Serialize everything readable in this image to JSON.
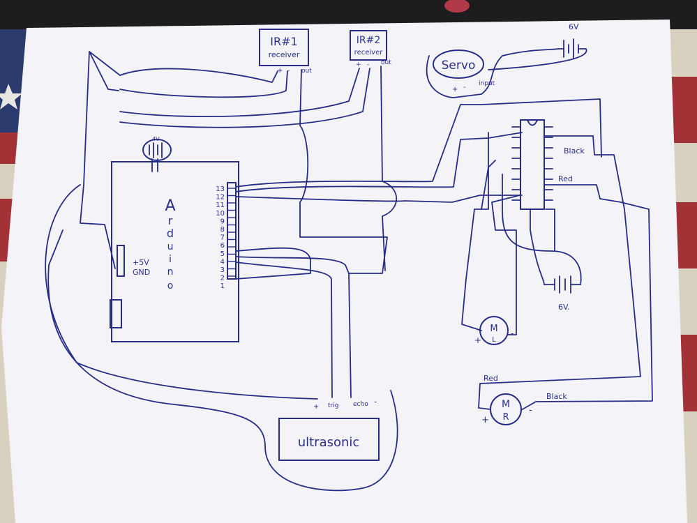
{
  "colors": {
    "ink": "#262c86",
    "paper": "#f4f4f8",
    "flag_red": "#a23236",
    "flag_blue": "#2b3b6e"
  },
  "labels": {
    "ir1": [
      "IR#1",
      "receiver"
    ],
    "ir2": [
      "IR#2",
      "receiver"
    ],
    "ir1_pins": [
      "+",
      "-",
      "out"
    ],
    "ir2_pins": [
      "+",
      "-",
      "out"
    ],
    "servo": "Servo",
    "servo_pins": [
      "+",
      "-",
      "input"
    ],
    "battery_top": "6V",
    "battery_small": "4V",
    "battery_mid": "6V.",
    "arduino": [
      "A",
      "r",
      "d",
      "u",
      "i",
      "n",
      "o"
    ],
    "power_pins": [
      "+5V",
      "GND"
    ],
    "pin_numbers": [
      "13",
      "12",
      "11",
      "10",
      "9",
      "8",
      "7",
      "6",
      "5",
      "4",
      "3",
      "2",
      "1"
    ],
    "driver_wires": [
      "Black",
      "Red"
    ],
    "motor_left": "M",
    "motor_left_sub": "L",
    "motor_right": "M",
    "motor_right_sub": "R",
    "motor_left_polarity": [
      "+",
      "-"
    ],
    "motor_right_polarity": [
      "+",
      "-"
    ],
    "motor_right_wires": [
      "Red",
      "Black"
    ],
    "ultrasonic": "ultrasonic",
    "ultrasonic_pins": [
      "+",
      "trig",
      "echo",
      "-"
    ]
  }
}
